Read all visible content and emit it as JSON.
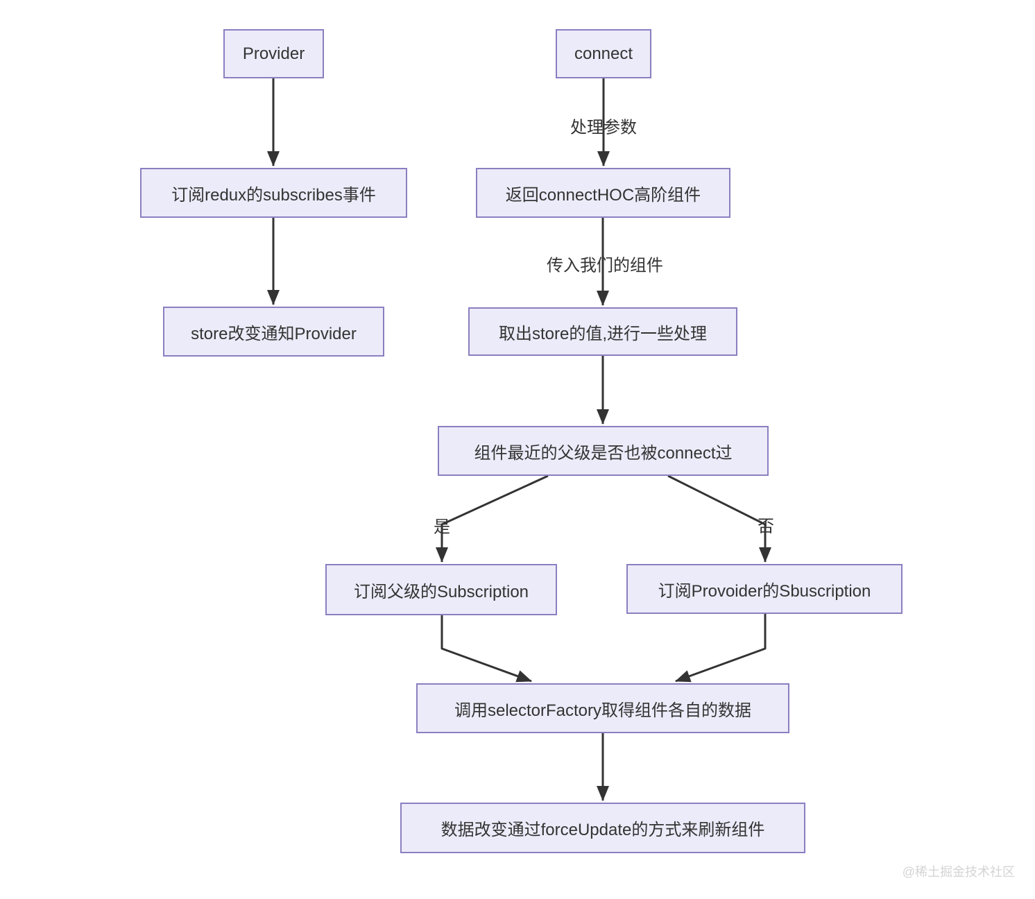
{
  "diagram": {
    "title_hint": "Provider / connect flow",
    "nodes": {
      "provider": "Provider",
      "connect": "connect",
      "subscribe_redux": "订阅redux的subscribes事件",
      "return_hoc": "返回connectHOC高阶组件",
      "store_notify": "store改变通知Provider",
      "take_store": "取出store的值,进行一些处理",
      "decision": "组件最近的父级是否也被connect过",
      "subscribe_parent": "订阅父级的Subscription",
      "subscribe_provider": "订阅Provoider的Sbuscription",
      "selector_factory": "调用selectorFactory取得组件各自的数据",
      "force_update": "数据改变通过forceUpdate的方式来刷新组件"
    },
    "edge_labels": {
      "process_params": "处理参数",
      "pass_component": "传入我们的组件",
      "yes": "是",
      "no": "否"
    },
    "colors": {
      "node_fill": "#ECEBF9",
      "node_border": "#8B7EC0",
      "edge_line": "#333333",
      "text": "#333333",
      "watermark": "#D4D4D4",
      "background": "#FFFFFF"
    }
  },
  "watermark": "@稀土掘金技术社区"
}
